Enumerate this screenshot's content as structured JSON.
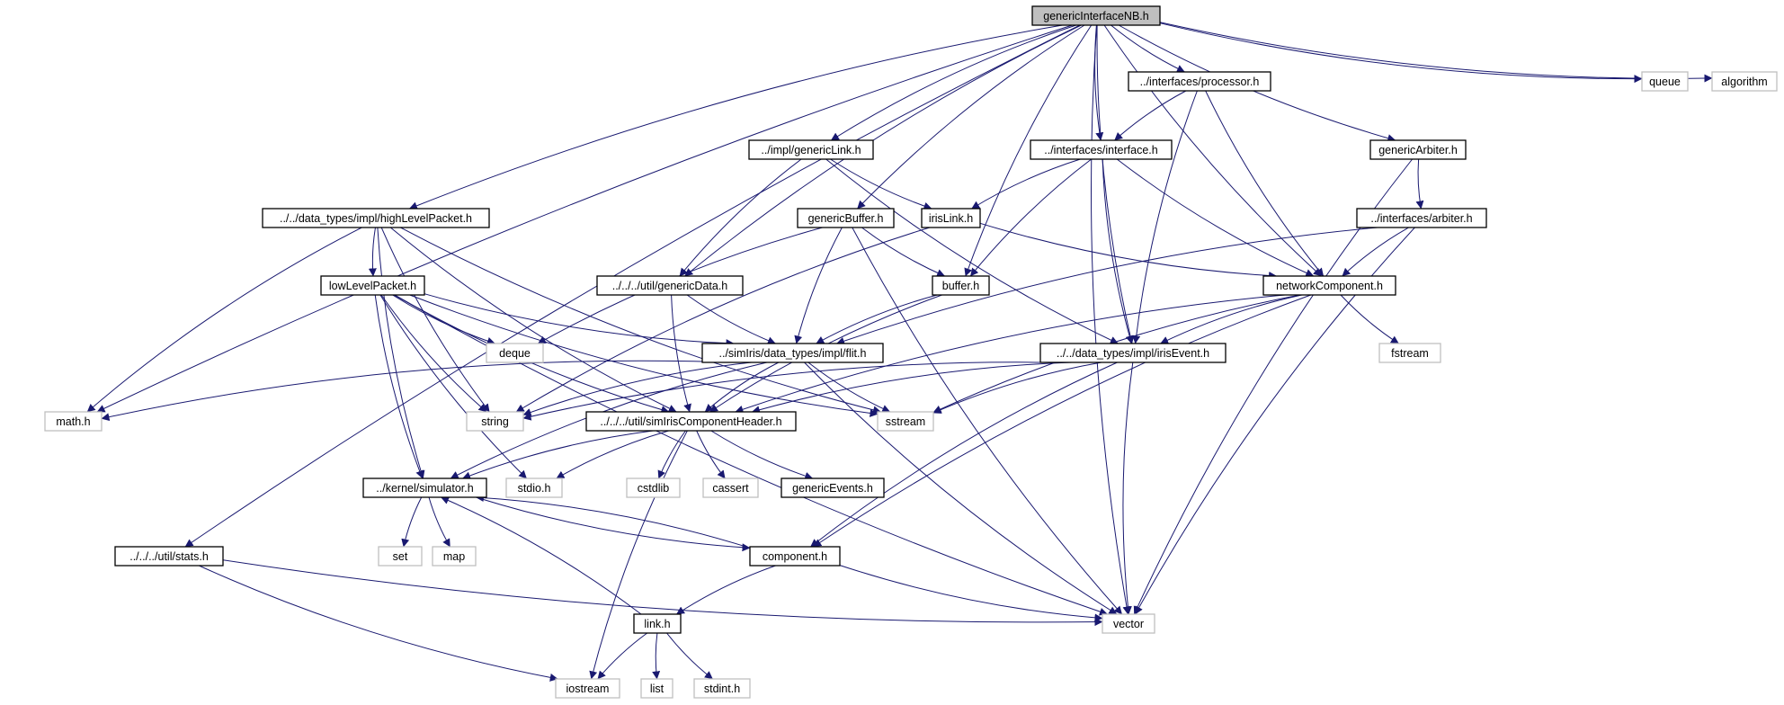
{
  "colors": {
    "edge": "#191970",
    "root_fill": "#bfbfbf",
    "system_border": "#bfbfbf",
    "local_border": "#000000"
  },
  "nodes": [
    {
      "id": "genericInterfaceNB",
      "label": "genericInterfaceNB.h",
      "kind": "root"
    },
    {
      "id": "queue",
      "label": "queue",
      "kind": "system"
    },
    {
      "id": "algorithm",
      "label": "algorithm",
      "kind": "system"
    },
    {
      "id": "processor",
      "label": "../interfaces/processor.h",
      "kind": "local"
    },
    {
      "id": "genericLink",
      "label": "../impl/genericLink.h",
      "kind": "local"
    },
    {
      "id": "interface",
      "label": "../interfaces/interface.h",
      "kind": "local"
    },
    {
      "id": "genericArbiter",
      "label": "genericArbiter.h",
      "kind": "local"
    },
    {
      "id": "highLevelPacket",
      "label": "../../data_types/impl/highLevelPacket.h",
      "kind": "local"
    },
    {
      "id": "genericBuffer",
      "label": "genericBuffer.h",
      "kind": "local"
    },
    {
      "id": "irisLink",
      "label": "irisLink.h",
      "kind": "local"
    },
    {
      "id": "arbiter",
      "label": "../interfaces/arbiter.h",
      "kind": "local"
    },
    {
      "id": "lowLevelPacket",
      "label": "lowLevelPacket.h",
      "kind": "local"
    },
    {
      "id": "genericData",
      "label": "../../../util/genericData.h",
      "kind": "local"
    },
    {
      "id": "buffer",
      "label": "buffer.h",
      "kind": "local"
    },
    {
      "id": "networkComponent",
      "label": "networkComponent.h",
      "kind": "local"
    },
    {
      "id": "deque",
      "label": "deque",
      "kind": "system"
    },
    {
      "id": "flit",
      "label": "../simIris/data_types/impl/flit.h",
      "kind": "local"
    },
    {
      "id": "irisEvent",
      "label": "../../data_types/impl/irisEvent.h",
      "kind": "local"
    },
    {
      "id": "fstream",
      "label": "fstream",
      "kind": "system"
    },
    {
      "id": "mathh",
      "label": "math.h",
      "kind": "system"
    },
    {
      "id": "string",
      "label": "string",
      "kind": "system"
    },
    {
      "id": "simIrisComponentHeader",
      "label": "../../../util/simIrisComponentHeader.h",
      "kind": "local"
    },
    {
      "id": "sstream",
      "label": "sstream",
      "kind": "system"
    },
    {
      "id": "simulator",
      "label": "../kernel/simulator.h",
      "kind": "local"
    },
    {
      "id": "stdio",
      "label": "stdio.h",
      "kind": "system"
    },
    {
      "id": "cstdlib",
      "label": "cstdlib",
      "kind": "system"
    },
    {
      "id": "cassert",
      "label": "cassert",
      "kind": "system"
    },
    {
      "id": "genericEvents",
      "label": "genericEvents.h",
      "kind": "local"
    },
    {
      "id": "stats",
      "label": "../../../util/stats.h",
      "kind": "local"
    },
    {
      "id": "set",
      "label": "set",
      "kind": "system"
    },
    {
      "id": "map",
      "label": "map",
      "kind": "system"
    },
    {
      "id": "component",
      "label": "component.h",
      "kind": "local"
    },
    {
      "id": "vector",
      "label": "vector",
      "kind": "system"
    },
    {
      "id": "linkh",
      "label": "link.h",
      "kind": "local"
    },
    {
      "id": "iostream",
      "label": "iostream",
      "kind": "system"
    },
    {
      "id": "list",
      "label": "list",
      "kind": "system"
    },
    {
      "id": "stdint",
      "label": "stdint.h",
      "kind": "system"
    }
  ],
  "edges": [
    [
      "genericInterfaceNB",
      "queue"
    ],
    [
      "genericInterfaceNB",
      "algorithm"
    ],
    [
      "genericInterfaceNB",
      "processor"
    ],
    [
      "genericInterfaceNB",
      "genericLink"
    ],
    [
      "genericInterfaceNB",
      "interface"
    ],
    [
      "genericInterfaceNB",
      "genericArbiter"
    ],
    [
      "genericInterfaceNB",
      "highLevelPacket"
    ],
    [
      "genericInterfaceNB",
      "genericBuffer"
    ],
    [
      "genericInterfaceNB",
      "genericData"
    ],
    [
      "genericInterfaceNB",
      "buffer"
    ],
    [
      "genericInterfaceNB",
      "networkComponent"
    ],
    [
      "genericInterfaceNB",
      "irisEvent"
    ],
    [
      "genericInterfaceNB",
      "mathh"
    ],
    [
      "genericInterfaceNB",
      "stats"
    ],
    [
      "genericInterfaceNB",
      "vector"
    ],
    [
      "processor",
      "interface"
    ],
    [
      "processor",
      "networkComponent"
    ],
    [
      "processor",
      "irisEvent"
    ],
    [
      "genericLink",
      "irisLink"
    ],
    [
      "genericLink",
      "genericData"
    ],
    [
      "genericLink",
      "irisEvent"
    ],
    [
      "interface",
      "irisLink"
    ],
    [
      "interface",
      "buffer"
    ],
    [
      "interface",
      "networkComponent"
    ],
    [
      "interface",
      "irisEvent"
    ],
    [
      "genericArbiter",
      "arbiter"
    ],
    [
      "genericArbiter",
      "vector"
    ],
    [
      "highLevelPacket",
      "lowLevelPacket"
    ],
    [
      "highLevelPacket",
      "mathh"
    ],
    [
      "highLevelPacket",
      "string"
    ],
    [
      "highLevelPacket",
      "simIrisComponentHeader"
    ],
    [
      "highLevelPacket",
      "sstream"
    ],
    [
      "highLevelPacket",
      "simulator"
    ],
    [
      "genericBuffer",
      "deque"
    ],
    [
      "genericBuffer",
      "buffer"
    ],
    [
      "genericBuffer",
      "flit"
    ],
    [
      "genericBuffer",
      "vector"
    ],
    [
      "irisLink",
      "networkComponent"
    ],
    [
      "irisLink",
      "string"
    ],
    [
      "arbiter",
      "networkComponent"
    ],
    [
      "arbiter",
      "flit"
    ],
    [
      "arbiter",
      "vector"
    ],
    [
      "lowLevelPacket",
      "deque"
    ],
    [
      "lowLevelPacket",
      "flit"
    ],
    [
      "lowLevelPacket",
      "string"
    ],
    [
      "lowLevelPacket",
      "simIrisComponentHeader"
    ],
    [
      "lowLevelPacket",
      "sstream"
    ],
    [
      "lowLevelPacket",
      "simulator"
    ],
    [
      "lowLevelPacket",
      "stdio"
    ],
    [
      "lowLevelPacket",
      "vector"
    ],
    [
      "genericData",
      "flit"
    ],
    [
      "genericData",
      "simIrisComponentHeader"
    ],
    [
      "buffer",
      "flit"
    ],
    [
      "buffer",
      "simIrisComponentHeader"
    ],
    [
      "networkComponent",
      "fstream"
    ],
    [
      "networkComponent",
      "irisEvent"
    ],
    [
      "networkComponent",
      "simIrisComponentHeader"
    ],
    [
      "networkComponent",
      "sstream"
    ],
    [
      "networkComponent",
      "component"
    ],
    [
      "flit",
      "mathh"
    ],
    [
      "flit",
      "string"
    ],
    [
      "flit",
      "simIrisComponentHeader"
    ],
    [
      "flit",
      "sstream"
    ],
    [
      "flit",
      "simulator"
    ],
    [
      "flit",
      "vector"
    ],
    [
      "irisEvent",
      "string"
    ],
    [
      "irisEvent",
      "simIrisComponentHeader"
    ],
    [
      "irisEvent",
      "sstream"
    ],
    [
      "irisEvent",
      "component"
    ],
    [
      "irisEvent",
      "vector"
    ],
    [
      "simIrisComponentHeader",
      "simulator"
    ],
    [
      "simIrisComponentHeader",
      "stdio"
    ],
    [
      "simIrisComponentHeader",
      "cstdlib"
    ],
    [
      "simIrisComponentHeader",
      "cassert"
    ],
    [
      "simIrisComponentHeader",
      "genericEvents"
    ],
    [
      "simIrisComponentHeader",
      "iostream"
    ],
    [
      "simulator",
      "set"
    ],
    [
      "simulator",
      "map"
    ],
    [
      "simulator",
      "component"
    ],
    [
      "component",
      "simulator"
    ],
    [
      "component",
      "linkh"
    ],
    [
      "component",
      "vector"
    ],
    [
      "stats",
      "iostream"
    ],
    [
      "stats",
      "vector"
    ],
    [
      "linkh",
      "simulator"
    ],
    [
      "linkh",
      "iostream"
    ],
    [
      "linkh",
      "list"
    ],
    [
      "linkh",
      "stdint"
    ]
  ]
}
